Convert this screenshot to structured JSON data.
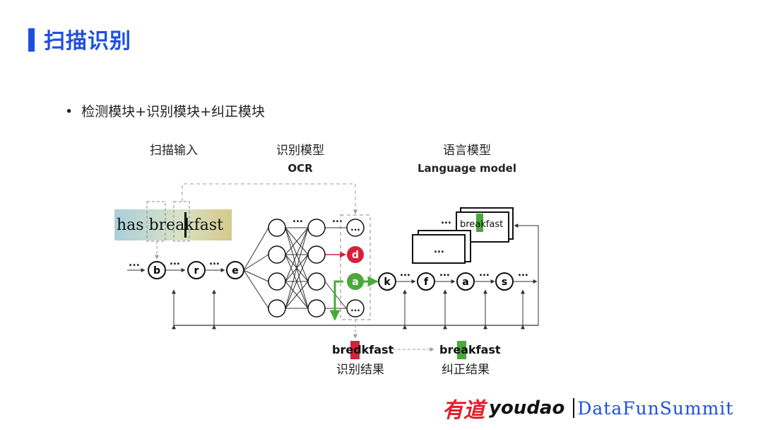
{
  "page": {
    "title": "扫描识别",
    "bullet": "检测模块+识别模块+纠正模块"
  },
  "diagram": {
    "stage_scan": "扫描输入",
    "stage_ocr_cn": "识别模型",
    "stage_ocr_en": "OCR",
    "stage_lm_cn": "语言模型",
    "stage_lm_en": "Language model",
    "scan_text": "has breakfast",
    "ellipsis": "...",
    "chars_input": [
      "b",
      "r",
      "e"
    ],
    "candidates": [
      "...",
      "d",
      "a",
      "..."
    ],
    "chars_output": [
      "k",
      "f",
      "a",
      "s"
    ],
    "card_word": "breakfast",
    "result_wrong_pre": "bre",
    "result_wrong_hl": "d",
    "result_wrong_post": "kfast",
    "result_right_pre": "bre",
    "result_right_hl": "a",
    "result_right_post": "kfast",
    "label_recognition": "识别结果",
    "label_correction": "纠正结果",
    "colors": {
      "red": "#d9203a",
      "green": "#4aa93a",
      "dash": "#999999"
    }
  },
  "footer": {
    "logo_cn": "有道",
    "logo_en": "youdao",
    "brand": "DataFunSummit"
  }
}
